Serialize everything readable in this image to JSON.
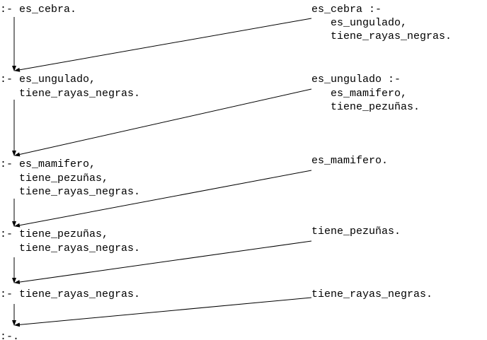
{
  "resolution_steps": [
    {
      "goal_lines": [
        ":- es_cebra."
      ]
    },
    {
      "goal_lines": [
        ":- es_ungulado,",
        "   tiene_rayas_negras."
      ]
    },
    {
      "goal_lines": [
        ":- es_mamifero,",
        "   tiene_pezuñas,",
        "   tiene_rayas_negras."
      ]
    },
    {
      "goal_lines": [
        ":- tiene_pezuñas,",
        "   tiene_rayas_negras."
      ]
    },
    {
      "goal_lines": [
        ":- tiene_rayas_negras."
      ]
    },
    {
      "goal_lines": [
        ":-."
      ]
    }
  ],
  "program_clauses": [
    {
      "lines": [
        "es_cebra :-",
        "   es_ungulado,",
        "   tiene_rayas_negras."
      ]
    },
    {
      "lines": [
        "es_ungulado :-",
        "   es_mamifero,",
        "   tiene_pezuñas."
      ]
    },
    {
      "lines": [
        "es_mamifero."
      ]
    },
    {
      "lines": [
        "tiene_pezuñas."
      ]
    },
    {
      "lines": [
        "tiene_rayas_negras."
      ]
    }
  ],
  "colors": {
    "text": "#000000",
    "arrow": "#000000",
    "background": "#ffffff"
  }
}
